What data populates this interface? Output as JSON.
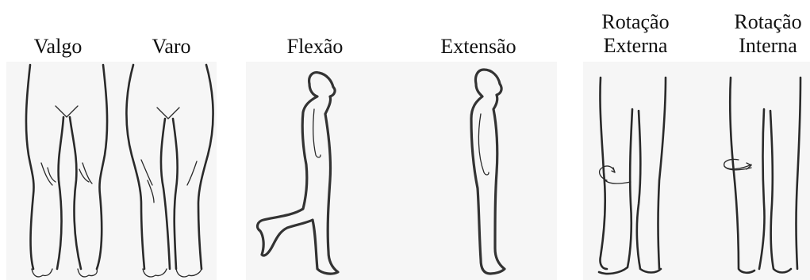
{
  "labels": {
    "valgo": "Valgo",
    "varo": "Varo",
    "flexao": "Flexão",
    "extensao": "Extensão",
    "rotacao_externa": [
      "Rotação",
      "Externa"
    ],
    "rotacao_interna": [
      "Rotação",
      "Interna"
    ]
  },
  "colors": {
    "background": "#ffffff",
    "panel": "#f6f6f6",
    "stroke": "#2a2a2a"
  }
}
